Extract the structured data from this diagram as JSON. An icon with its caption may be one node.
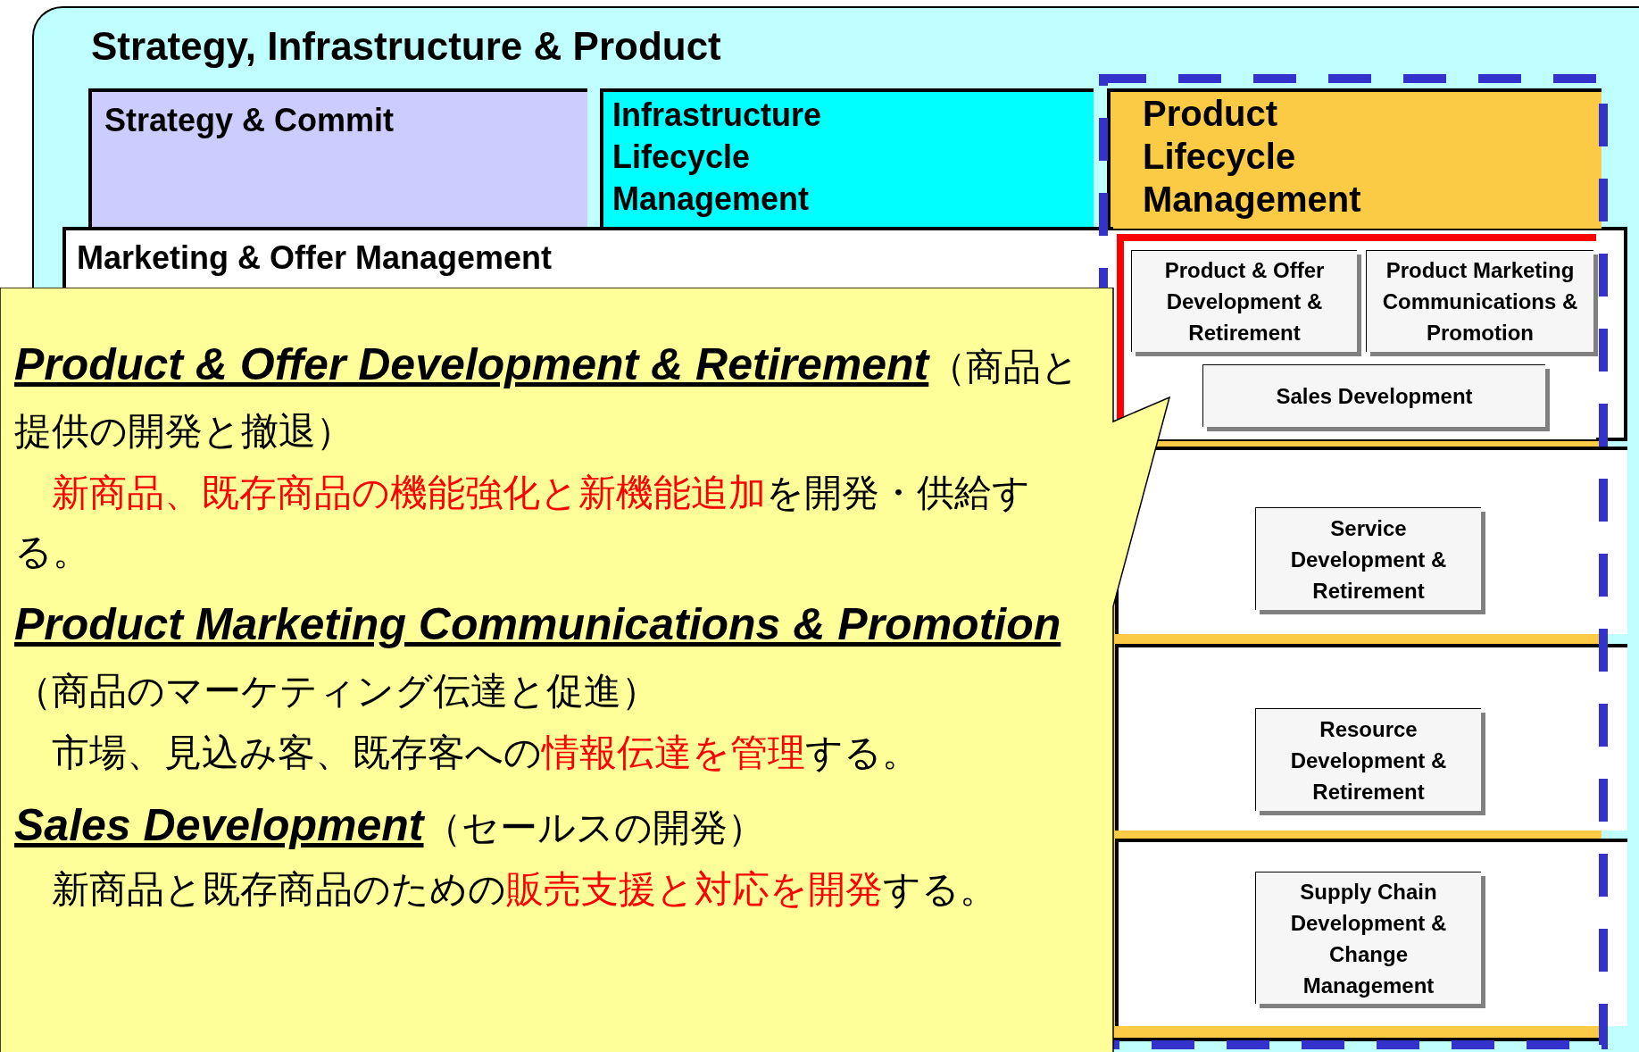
{
  "diagram": {
    "nodes": [
      {
        "text": [
          "Strategy, Infrastructure & Product"
        ]
      },
      {
        "text": [
          "Strategy & Commit"
        ],
        "in": 0
      },
      {
        "text": [
          "Infrastructure Lifecycle Management"
        ],
        "in": 0
      },
      {
        "text": [
          "Product Lifecycle Management"
        ],
        "in": 0
      },
      {
        "text": [
          "Marketing & Offer Management"
        ],
        "in": 0
      },
      {
        "text": [],
        "shape": "box",
        "in": 0
      },
      {
        "text": [
          "Product & Offer Development & Retirement"
        ],
        "in": 5
      },
      {
        "text": [
          "Product Marketing Communications & Promotion"
        ],
        "in": 5
      },
      {
        "text": [
          "Sales Development"
        ],
        "in": 5
      },
      {
        "text": [],
        "shape": "box",
        "in": 0
      },
      {
        "text": [
          "Service Development & Retirement"
        ],
        "in": 9
      },
      {
        "text": [],
        "shape": "box",
        "in": 0
      },
      {
        "text": [
          "Resource Development & Retirement"
        ],
        "in": 11
      },
      {
        "text": [],
        "shape": "box",
        "in": 0
      },
      {
        "text": [
          "Supply Chain Development & Change Management"
        ],
        "in": 13
      },
      {
        "text": [
          "**Product & Offer Development & Retirement**（商品と提供の開発と撤退）",
          "新商品、既存商品の機能強化と新機能追加",
          "を開発・供給する。",
          "**Product Marketing Communications & Promotion**（商品のマーケティング伝達と促進）",
          "市場、見込み客、既存客への",
          "情報伝達を管理",
          "する。",
          "**Sales Development**（セールスの開発）",
          "新商品と既存商品のための",
          "販売支援と対応を開発",
          "する。"
        ]
      }
    ]
  }
}
